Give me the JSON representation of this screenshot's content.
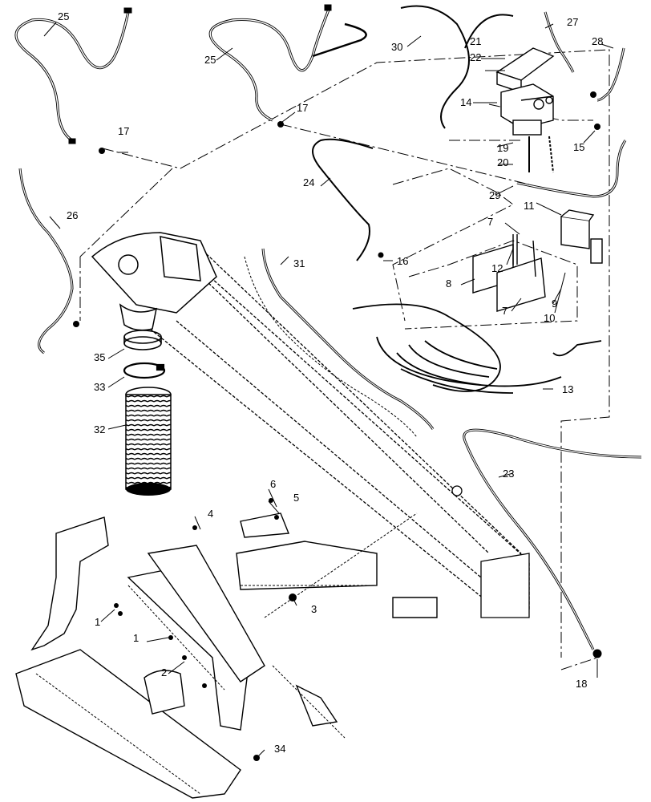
{
  "callouts": [
    {
      "id": "c25a",
      "label": "25"
    },
    {
      "id": "c25b",
      "label": "25"
    },
    {
      "id": "c17a",
      "label": "17"
    },
    {
      "id": "c17b",
      "label": "17"
    },
    {
      "id": "c26",
      "label": "26"
    },
    {
      "id": "c27",
      "label": "27"
    },
    {
      "id": "c28",
      "label": "28"
    },
    {
      "id": "c30",
      "label": "30"
    },
    {
      "id": "c21",
      "label": "21"
    },
    {
      "id": "c22",
      "label": "22"
    },
    {
      "id": "c14",
      "label": "14"
    },
    {
      "id": "c15",
      "label": "15"
    },
    {
      "id": "c19",
      "label": "19"
    },
    {
      "id": "c20",
      "label": "20"
    },
    {
      "id": "c29",
      "label": "29"
    },
    {
      "id": "c24",
      "label": "24"
    },
    {
      "id": "c11",
      "label": "11"
    },
    {
      "id": "c7a",
      "label": "7"
    },
    {
      "id": "c12",
      "label": "12"
    },
    {
      "id": "c8",
      "label": "8"
    },
    {
      "id": "c7b",
      "label": "7"
    },
    {
      "id": "c9",
      "label": "9"
    },
    {
      "id": "c10",
      "label": "10"
    },
    {
      "id": "c16",
      "label": "16"
    },
    {
      "id": "c31",
      "label": "31"
    },
    {
      "id": "c13",
      "label": "13"
    },
    {
      "id": "c35",
      "label": "35"
    },
    {
      "id": "c33",
      "label": "33"
    },
    {
      "id": "c32",
      "label": "32"
    },
    {
      "id": "c23",
      "label": "23"
    },
    {
      "id": "c6",
      "label": "6"
    },
    {
      "id": "c5",
      "label": "5"
    },
    {
      "id": "c4",
      "label": "4"
    },
    {
      "id": "c3",
      "label": "3"
    },
    {
      "id": "c1a",
      "label": "1"
    },
    {
      "id": "c1b",
      "label": "1"
    },
    {
      "id": "c2",
      "label": "2"
    },
    {
      "id": "c18",
      "label": "18"
    },
    {
      "id": "c34",
      "label": "34"
    }
  ]
}
